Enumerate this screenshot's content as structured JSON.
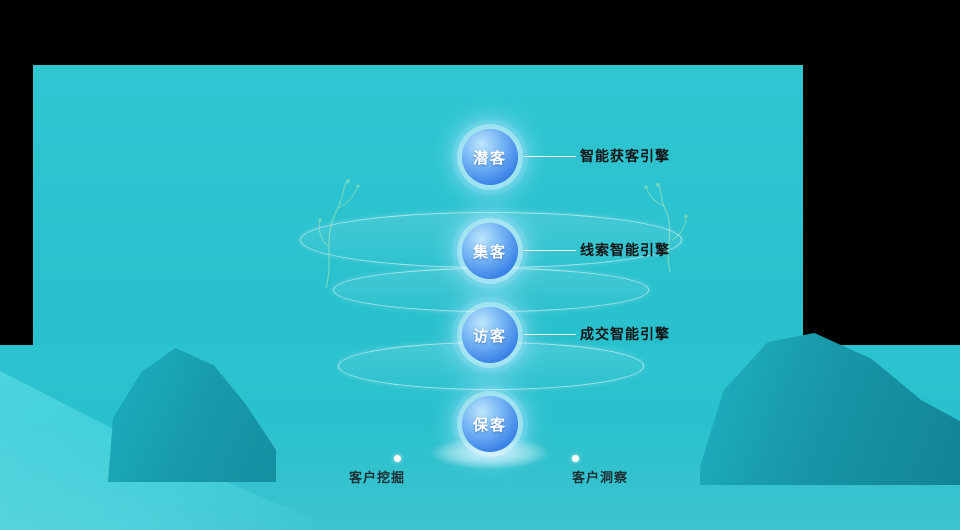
{
  "colors": {
    "background": "#000000",
    "panel_teal": "#29c0cd",
    "mountain_teal_dark": "#179aab",
    "wave_teal_light": "#4fd4dd",
    "sphere_blue_light": "#bce6fc",
    "sphere_blue_dark": "#2e6ed7",
    "engine_label_text": "#141414",
    "footer_label_text": "#1c2f34",
    "funnel_line": "#ffffff"
  },
  "funnel": {
    "stages": [
      {
        "name": "潜客",
        "engine": "智能获客引擎"
      },
      {
        "name": "集客",
        "engine": "线索智能引擎"
      },
      {
        "name": "访客",
        "engine": "成交智能引擎"
      },
      {
        "name": "保客",
        "engine": ""
      }
    ]
  },
  "footer": {
    "items": [
      {
        "label": "客户挖掘"
      },
      {
        "label": "客户洞察"
      }
    ]
  }
}
